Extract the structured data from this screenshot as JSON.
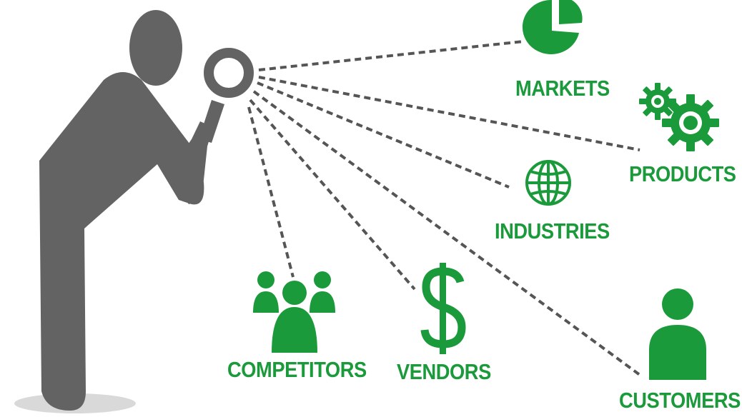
{
  "colors": {
    "accent": "#1a9a3a",
    "figure": "#636363",
    "shadow": "#d9d9d9",
    "lines": "#555555"
  },
  "labels": {
    "markets": "MARKETS",
    "products": "PRODUCTS",
    "industries": "INDUSTRIES",
    "competitors": "COMPETITORS",
    "vendors": "VENDORS",
    "customers": "CUSTOMERS"
  },
  "icons": {
    "markets": "pie-chart-icon",
    "products": "gears-icon",
    "industries": "globe-icon",
    "competitors": "group-icon",
    "vendors": "dollar-icon",
    "customers": "person-icon"
  }
}
